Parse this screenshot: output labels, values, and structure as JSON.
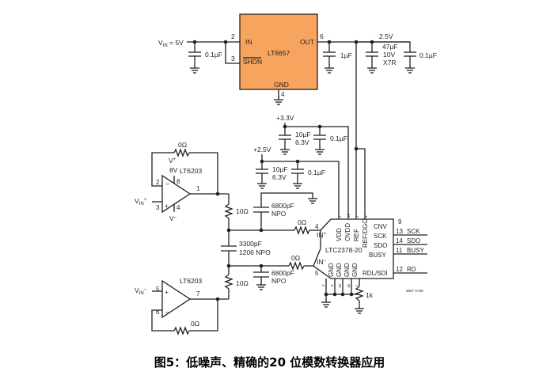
{
  "caption": "图5：低噪声、精确的20 位模数转换器应用",
  "colors": {
    "ldo_fill": "#F6A45E",
    "wire": "#231f20"
  },
  "ldo": {
    "part": "LT6657",
    "pins": {
      "in": "IN",
      "shdn": "SHDN",
      "out": "OUT",
      "gnd": "GND"
    },
    "pin_numbers": {
      "in": "2",
      "shdn": "3",
      "out": "6",
      "gnd": "4"
    }
  },
  "input": {
    "vin_label": "V",
    "vin_sub": "IN",
    "vin_value": " = 5V",
    "cap": "0.1µF"
  },
  "output_rail": {
    "voltage": "2.5V",
    "caps": [
      "1µF",
      "47µF",
      "10V",
      "X7R",
      "0.1µF"
    ]
  },
  "supply_33": {
    "label": "+3.3V",
    "cap1": "10µF",
    "cap1_rating": "6.3V",
    "cap2": "0.1µF"
  },
  "supply_25": {
    "label": "+2.5V",
    "cap1": "10µF",
    "cap1_rating": "6.3V",
    "cap2": "0.1µF"
  },
  "opamp_top": {
    "part": "LT6203",
    "vplus": "V",
    "vplus_sup": "+",
    "supply": "8V",
    "vminus": "V",
    "vminus_sup": "–",
    "pins": {
      "inv": "2",
      "noninv": "3",
      "out": "1",
      "vp": "8",
      "vm": "4"
    },
    "feedback": "0Ω",
    "input_label": "V",
    "input_sub": "IN",
    "input_sup": "+"
  },
  "opamp_bottom": {
    "part": "LT6203",
    "pins": {
      "noninv": "5",
      "inv": "6",
      "out": "7"
    },
    "feedback": "0Ω",
    "input_label": "V",
    "input_sub": "IN",
    "input_sup": "–"
  },
  "filter": {
    "r_top": "10Ω",
    "r_bottom": "10Ω",
    "c_top": "6800pF",
    "c_top_type": "NPO",
    "c_diff": "3300pF",
    "c_diff_type": "1206 NPO",
    "c_bottom": "6800pF",
    "c_bottom_type": "NPO",
    "r_inp": "0Ω",
    "r_inn": "0Ω"
  },
  "adc": {
    "part": "LTC2378-20",
    "in_plus": "IN",
    "in_plus_sup": "+",
    "in_minus": "IN",
    "in_minus_sup": "–",
    "in_plus_pin": "4",
    "in_minus_pin": "5",
    "top_pins": [
      {
        "num": "2",
        "name": "VDD"
      },
      {
        "num": "15",
        "name": "OVDD"
      },
      {
        "num": "7",
        "name": "REF"
      },
      {
        "num": "8",
        "name": "REF/DGC"
      }
    ],
    "right_pins": [
      {
        "num": "9",
        "name": "CNV",
        "signal": ""
      },
      {
        "num": "13",
        "name": "SCK",
        "signal": "SCK"
      },
      {
        "num": "14",
        "name": "SDO",
        "signal": "SDO"
      },
      {
        "num": "11",
        "name": "BUSY",
        "signal": "BUSY"
      },
      {
        "num": "12",
        "name": "RDL/SDI",
        "signal": "RD"
      }
    ],
    "bottom_pins": [
      {
        "num": "3",
        "name": "GND"
      },
      {
        "num": "6",
        "name": "GND"
      },
      {
        "num": "10",
        "name": "GND"
      },
      {
        "num": "16",
        "name": "GND"
      },
      {
        "num": "1",
        "name": ""
      }
    ],
    "pulldown": "1k",
    "figure_code": "6657 TA08"
  }
}
